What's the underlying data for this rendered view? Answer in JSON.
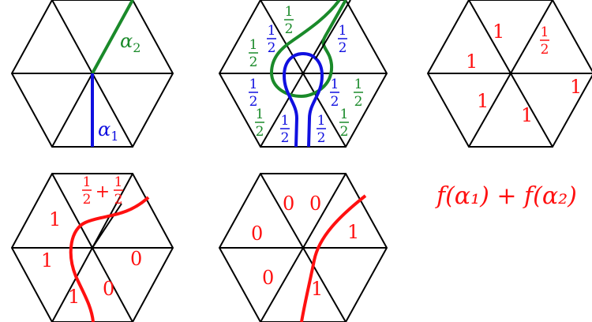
{
  "colors": {
    "edge": "#000000",
    "green": "#1a8a2a",
    "blue": "#1010e0",
    "red": "#ff1010"
  },
  "panel1": {
    "alpha1_label": "α",
    "alpha1_sub": "1",
    "alpha2_label": "α",
    "alpha2_sub": "2"
  },
  "panel2": {
    "half_num": "1",
    "half_den": "2"
  },
  "panel3": {
    "one": "1",
    "half_num": "1",
    "half_den": "2",
    "formula": "f(α₁) + f(α₂)"
  },
  "panel4": {
    "one": "1",
    "zero": "0",
    "half_sum_plus": "+",
    "half_num": "1",
    "half_den": "2"
  },
  "panel5": {
    "one": "1",
    "zero": "0"
  }
}
